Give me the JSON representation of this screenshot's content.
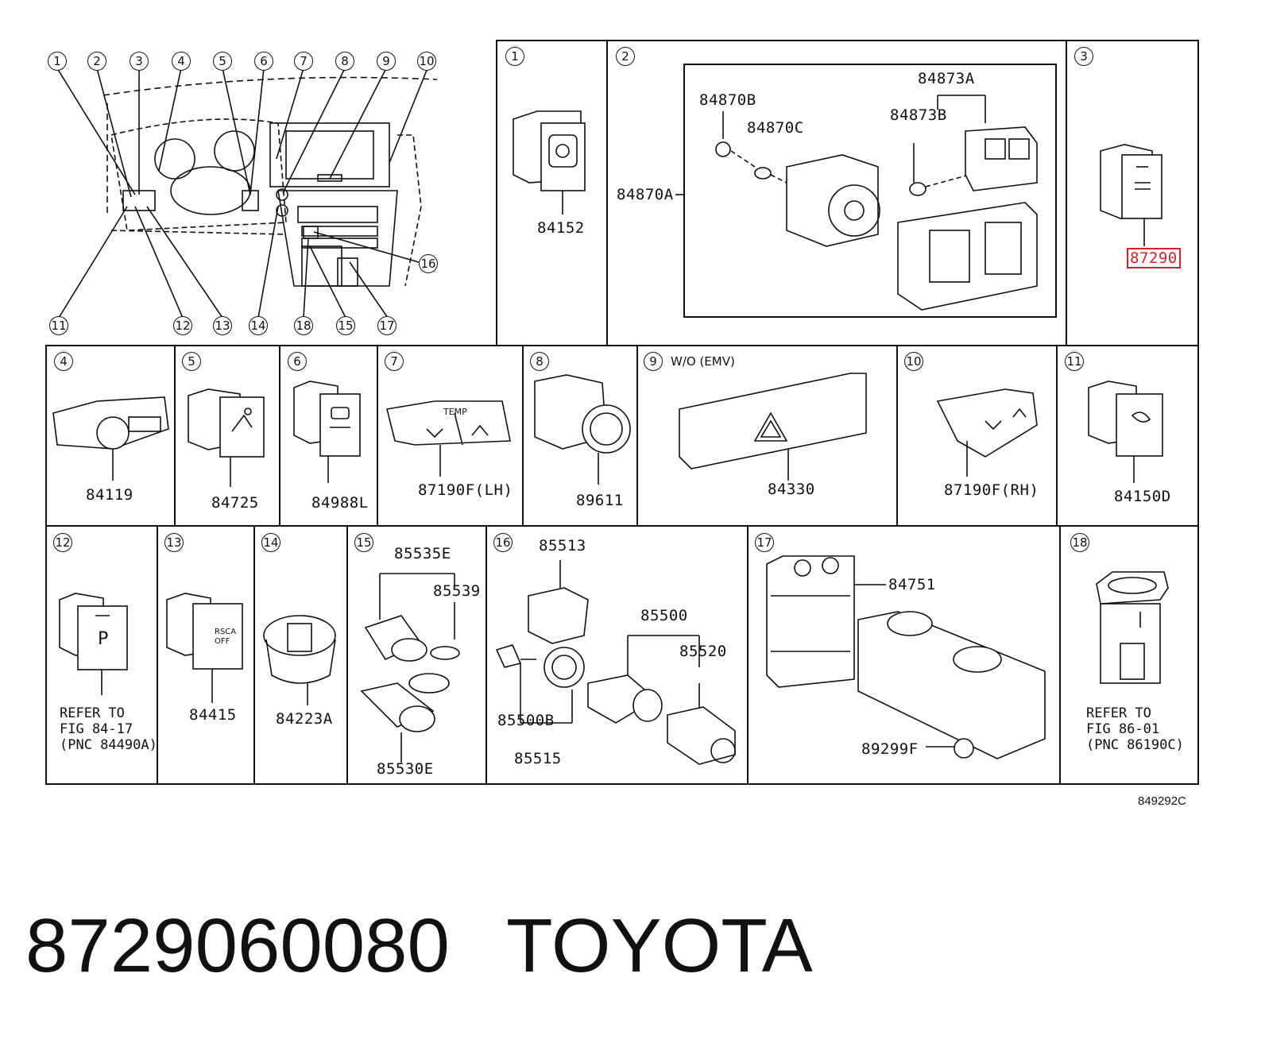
{
  "overview": {
    "callouts_top": [
      "1",
      "2",
      "3",
      "4",
      "5",
      "6",
      "7",
      "8",
      "9",
      "10"
    ],
    "callouts_bottom": [
      "11",
      "12",
      "13",
      "14",
      "18",
      "15",
      "17"
    ],
    "callout_16": "16"
  },
  "panels": {
    "p1": {
      "num": "1",
      "parts": [
        "84152"
      ]
    },
    "p2": {
      "num": "2",
      "parts": [
        "84870B",
        "84870C",
        "84873A",
        "84873B",
        "84870A"
      ]
    },
    "p3": {
      "num": "3",
      "parts": [
        "87290"
      ]
    },
    "p4": {
      "num": "4",
      "parts": [
        "84119"
      ]
    },
    "p5": {
      "num": "5",
      "parts": [
        "84725"
      ]
    },
    "p6": {
      "num": "6",
      "parts": [
        "84988L"
      ]
    },
    "p7": {
      "num": "7",
      "parts": [
        "87190F(LH)"
      ]
    },
    "p8": {
      "num": "8",
      "parts": [
        "89611"
      ]
    },
    "p9": {
      "num": "9",
      "condition": "W/O (EMV)",
      "parts": [
        "84330"
      ]
    },
    "p10": {
      "num": "10",
      "parts": [
        "87190F(RH)"
      ]
    },
    "p11": {
      "num": "11",
      "parts": [
        "84150D"
      ]
    },
    "p12": {
      "num": "12",
      "note": "REFER TO\nFIG 84-17\n(PNC 84490A)"
    },
    "p13": {
      "num": "13",
      "parts": [
        "84415"
      ]
    },
    "p14": {
      "num": "14",
      "parts": [
        "84223A"
      ]
    },
    "p15": {
      "num": "15",
      "parts": [
        "85535E",
        "85539",
        "85530E"
      ]
    },
    "p16": {
      "num": "16",
      "parts": [
        "85513",
        "85500",
        "85520",
        "85500B",
        "85515"
      ]
    },
    "p17": {
      "num": "17",
      "parts": [
        "84751",
        "89299F"
      ]
    },
    "p18": {
      "num": "18",
      "note": "REFER TO\nFIG 86-01\n(PNC 86190C)"
    }
  },
  "switch_icons": {
    "p5": "4wd-icon",
    "p6": "traction-off-icon",
    "p9": "hazard-triangle-icon",
    "p11": "headlight-icon",
    "p12": "parking-assist-icon",
    "p13": "rsca-off-icon"
  },
  "icon_texts": {
    "p7": "TEMP",
    "p12": "P",
    "p13": "RSCA\nOFF"
  },
  "highlight_color": "#d6202a",
  "drawing_code": "849292C",
  "footer": {
    "part_number": "8729060080",
    "brand": "TOYOTA"
  }
}
